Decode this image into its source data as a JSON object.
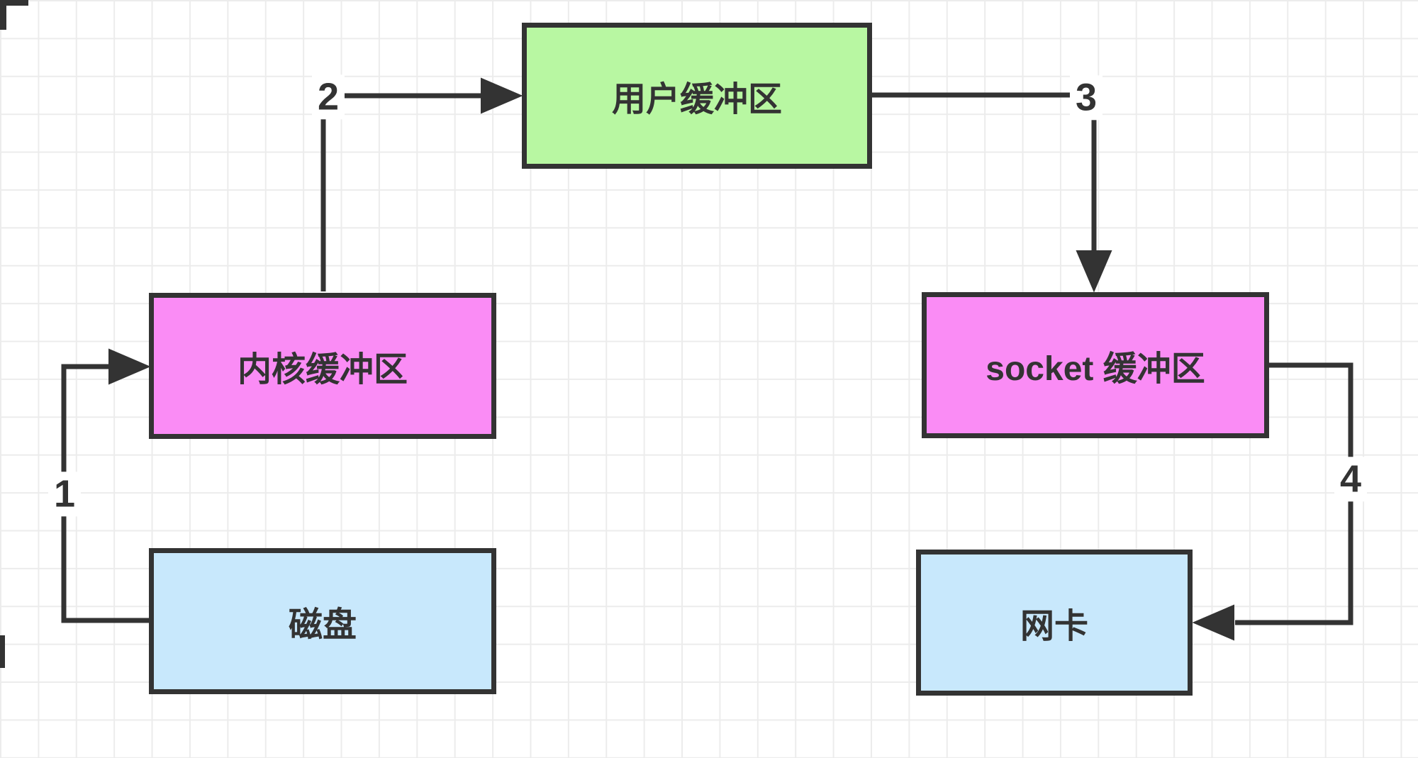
{
  "diagram": {
    "description": "Traditional I/O data copy flow between disk, kernel buffer, user buffer, socket buffer and network card",
    "colors": {
      "stroke": "#333333",
      "grid": "#ececec",
      "background": "#ffffff",
      "node_green": "#b8f7a2",
      "node_pink": "#fa8cf5",
      "node_blue": "#c8e8fc"
    },
    "nodes": [
      {
        "id": "user-buffer",
        "label": "用户缓冲区",
        "fill": "#b8f7a2"
      },
      {
        "id": "kernel-buffer",
        "label": "内核缓冲区",
        "fill": "#fa8cf5"
      },
      {
        "id": "socket-buffer",
        "label": "socket 缓冲区",
        "fill": "#fa8cf5"
      },
      {
        "id": "disk",
        "label": "磁盘",
        "fill": "#c8e8fc"
      },
      {
        "id": "nic",
        "label": "网卡",
        "fill": "#c8e8fc"
      }
    ],
    "edges": [
      {
        "label": "1",
        "from": "disk",
        "to": "kernel-buffer"
      },
      {
        "label": "2",
        "from": "kernel-buffer",
        "to": "user-buffer"
      },
      {
        "label": "3",
        "from": "user-buffer",
        "to": "socket-buffer"
      },
      {
        "label": "4",
        "from": "socket-buffer",
        "to": "nic"
      }
    ]
  }
}
